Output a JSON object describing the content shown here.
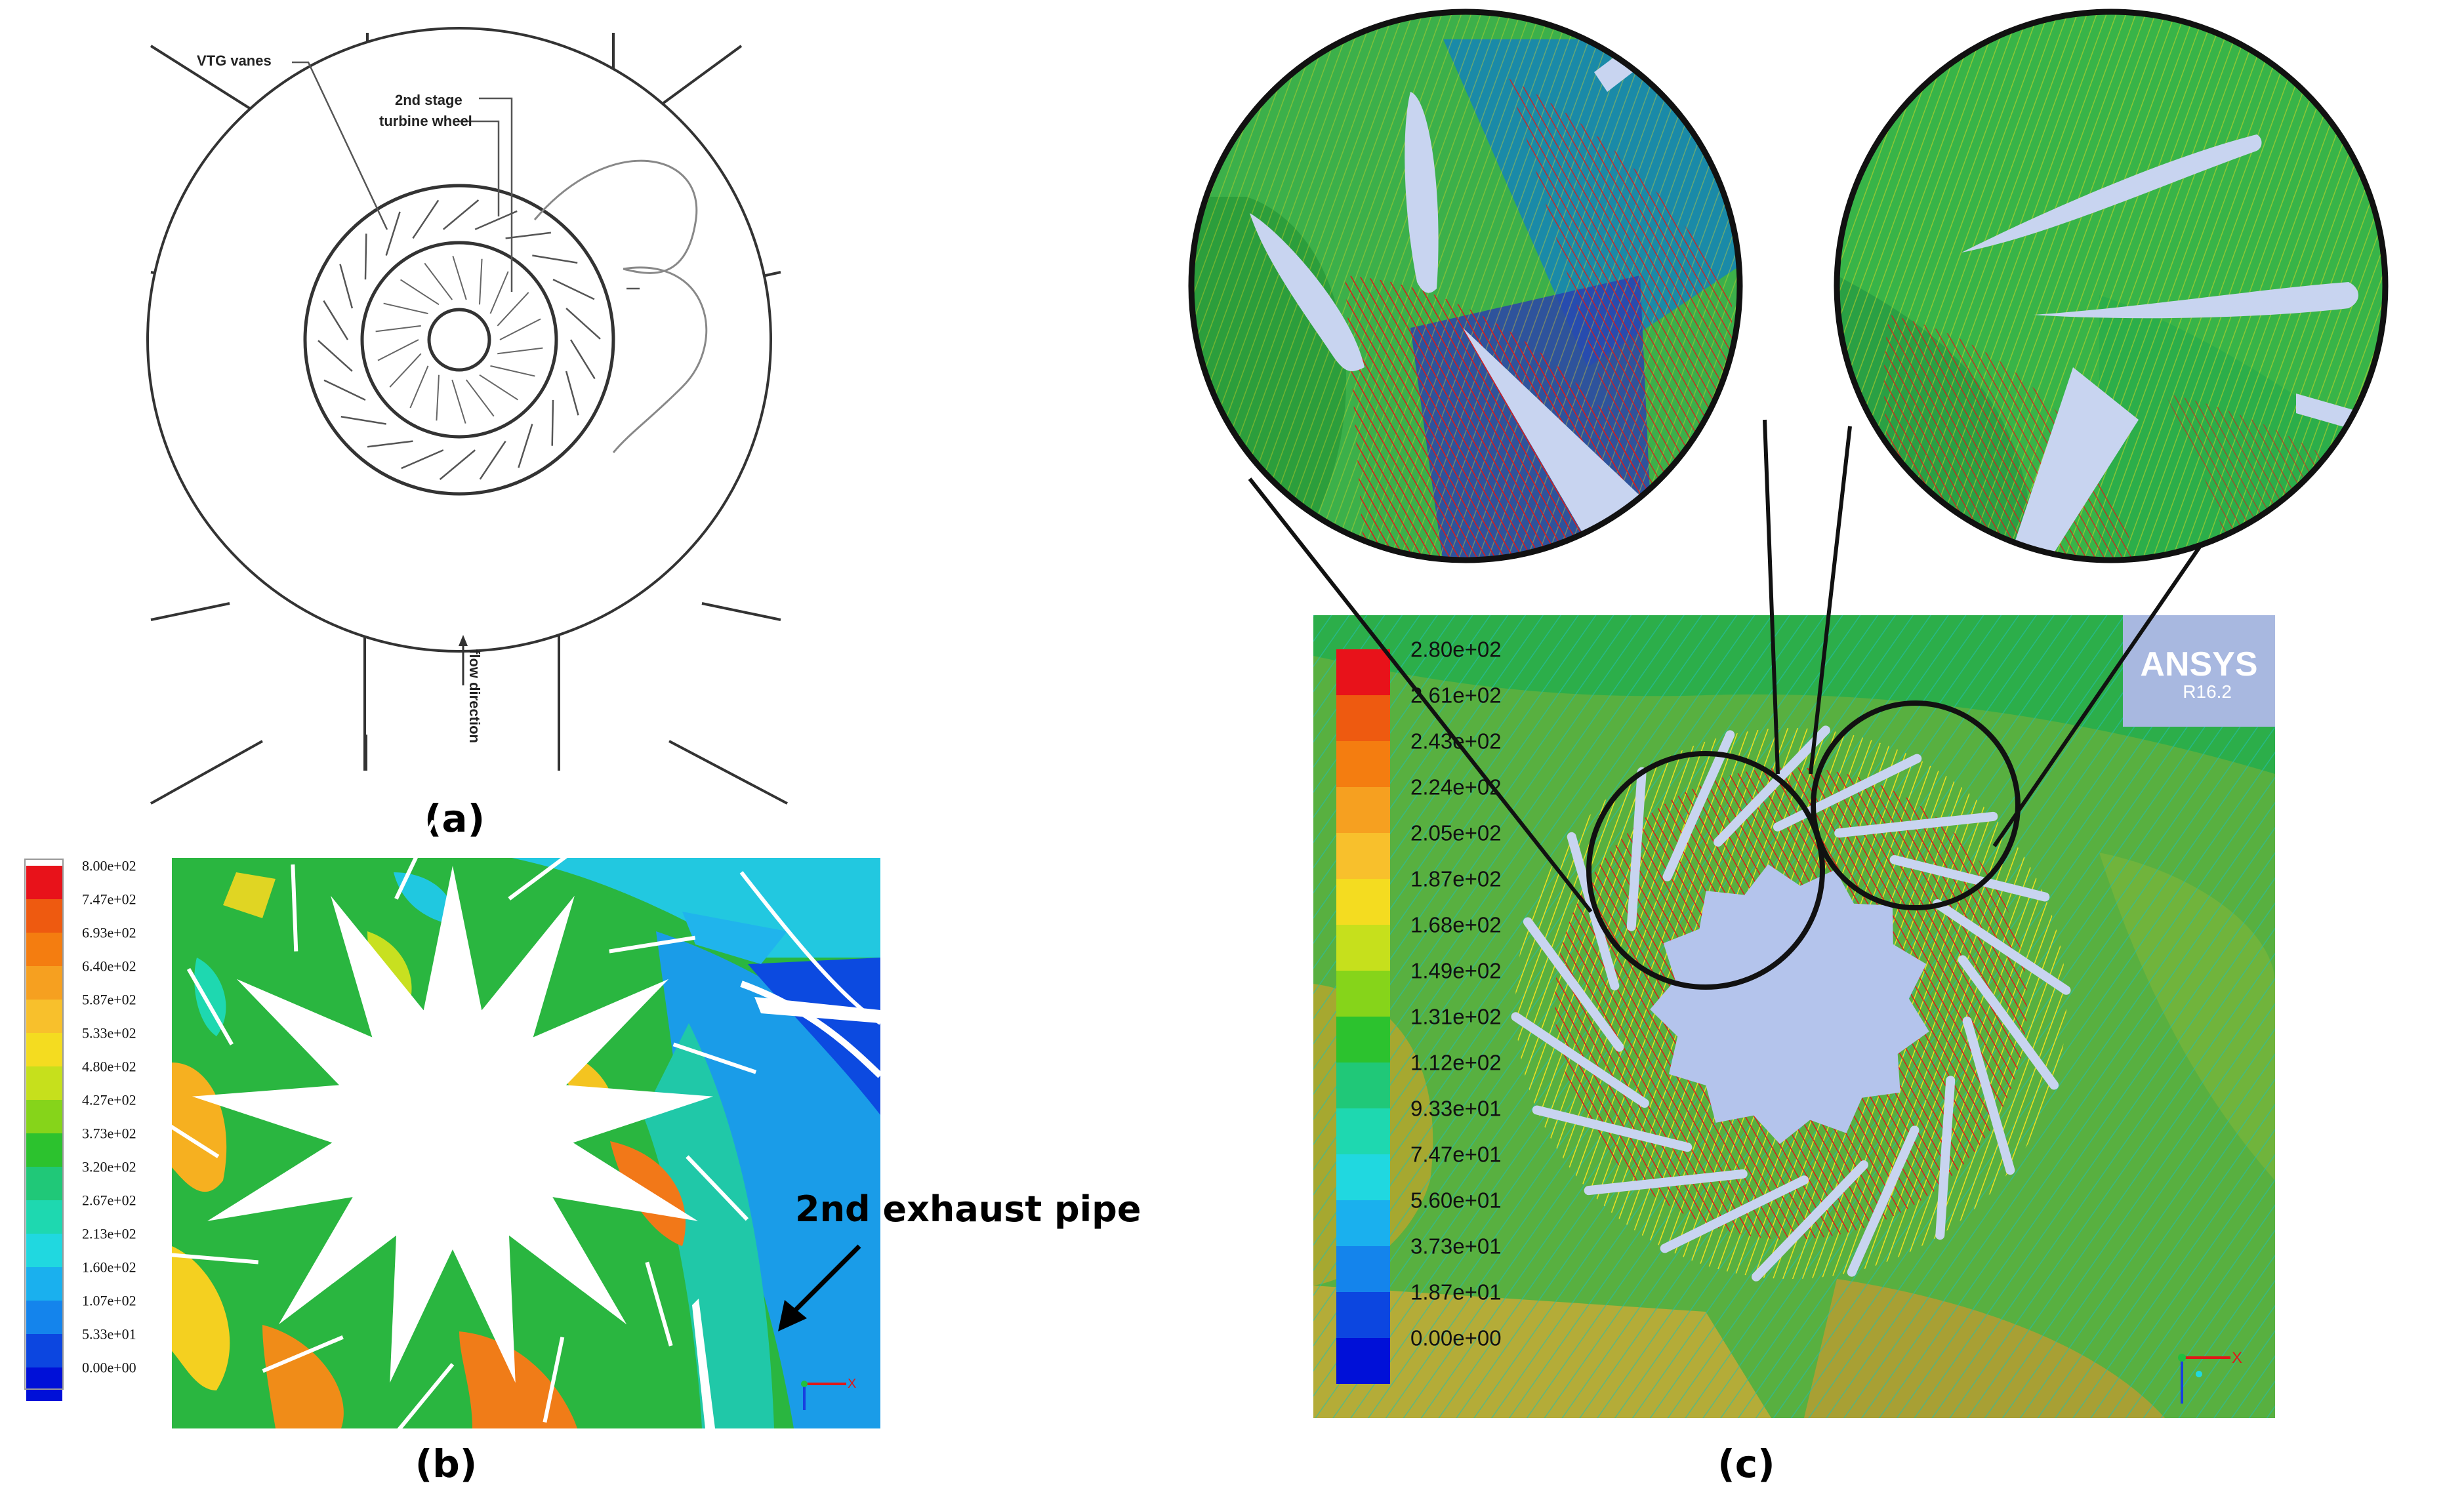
{
  "panel_a": {
    "caption": "(a)",
    "labels": {
      "vtg_vanes": "VTG vanes",
      "stage_line1": "2nd stage",
      "stage_line2": "turbine wheel",
      "flow_direction": "flow direction"
    }
  },
  "panel_b": {
    "caption": "(b)",
    "callout": "2nd exhaust pipe",
    "legend": [
      "8.00e+02",
      "7.47e+02",
      "6.93e+02",
      "6.40e+02",
      "5.87e+02",
      "5.33e+02",
      "4.80e+02",
      "4.27e+02",
      "3.73e+02",
      "3.20e+02",
      "2.67e+02",
      "2.13e+02",
      "1.60e+02",
      "1.07e+02",
      "5.33e+01",
      "0.00e+00"
    ],
    "axis_label": "X"
  },
  "panel_c": {
    "caption": "(c)",
    "badge_name": "ANSYS",
    "badge_version": "R16.2",
    "legend": [
      "2.80e+02",
      "2.61e+02",
      "2.43e+02",
      "2.24e+02",
      "2.05e+02",
      "1.87e+02",
      "1.68e+02",
      "1.49e+02",
      "1.31e+02",
      "1.12e+02",
      "9.33e+01",
      "7.47e+01",
      "5.60e+01",
      "3.73e+01",
      "1.87e+01",
      "0.00e+00"
    ],
    "axis_label": "X"
  },
  "colors": {
    "scale": [
      "#e8121a",
      "#ee5a10",
      "#f47d10",
      "#f6a020",
      "#f8c02c",
      "#f4dc20",
      "#c6e01c",
      "#86d41a",
      "#2cc22e",
      "#20c878",
      "#1ed8b0",
      "#20d8e0",
      "#1ab0ee",
      "#1484ec",
      "#0c46e0",
      "#0010d8"
    ],
    "panel_c_bg": "#58b040",
    "ansys_badge": "#a8b8e0",
    "streamline_red": "#e01818",
    "streamline_yellow": "#f0e020"
  }
}
